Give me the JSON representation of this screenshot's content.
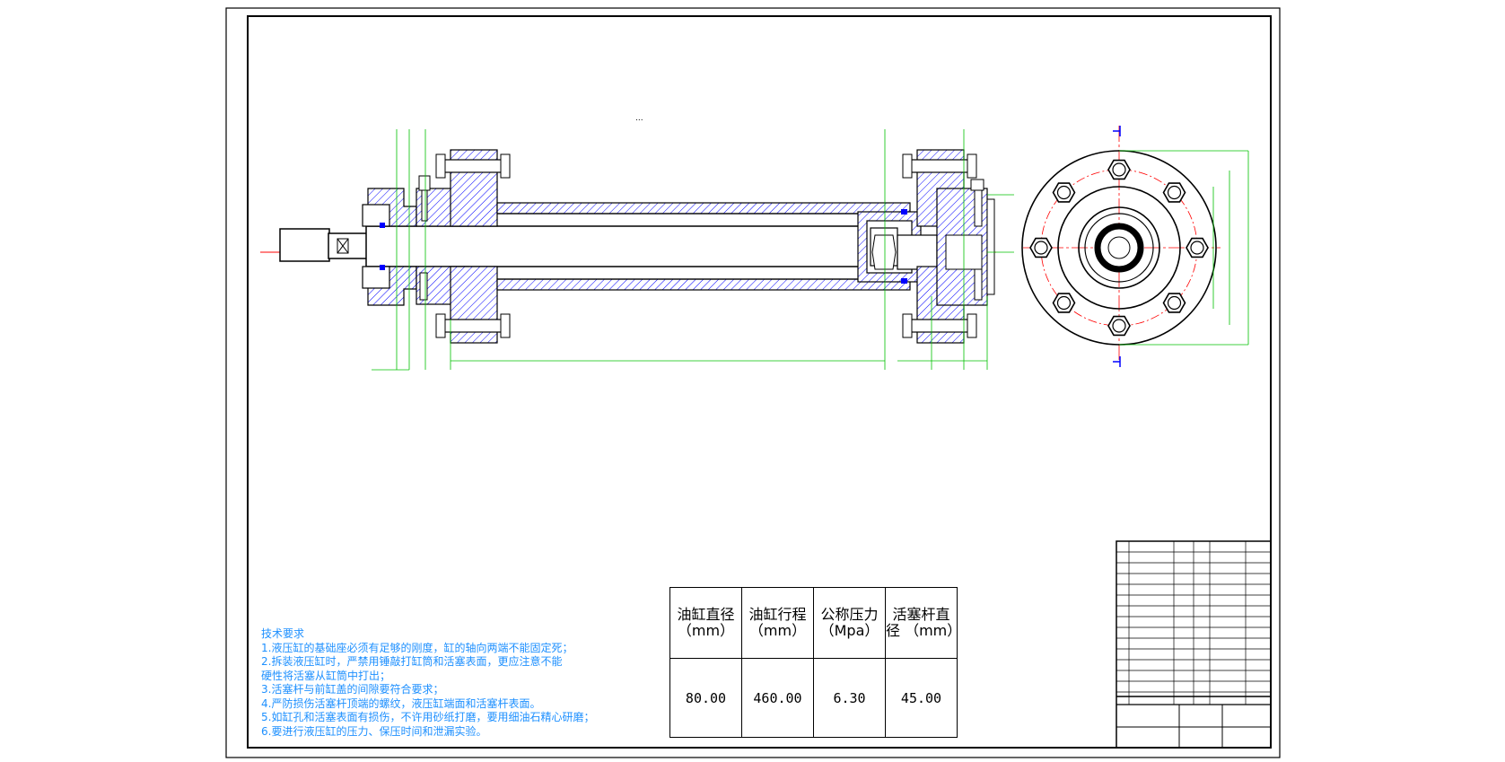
{
  "drawing": {
    "top_mark": "...",
    "colors": {
      "outline": "#000000",
      "centerline": "#ff0000",
      "dimension": "#00c000",
      "hatch": "#0000ff",
      "notes_text": "#1e90ff",
      "section_marker": "#0000ff"
    }
  },
  "technical_notes": {
    "title": "技术要求",
    "items": [
      "1.液压缸的基础座必须有足够的刚度，缸的轴向两端不能固定死；",
      "2.拆装液压缸时，严禁用锤敲打缸筒和活塞表面，更应注意不能",
      "硬性将活塞从缸筒中打出；",
      "3.活塞杆与前缸盖的间隙要符合要求；",
      "4.严防损伤活塞杆顶端的螺纹，液压缸端面和活塞杆表面。",
      "5.如缸孔和活塞表面有损伤，不许用砂纸打磨，要用细油石精心研磨；",
      "6.要进行液压缸的压力、保压时间和泄漏实验。"
    ]
  },
  "spec_table": {
    "headers": [
      [
        "油缸直径",
        "（mm）"
      ],
      [
        "油缸行程",
        "（mm）"
      ],
      [
        "公称压力",
        "（Mpa）"
      ],
      [
        "活塞杆直",
        "径 （mm）"
      ]
    ],
    "values": [
      "80.00",
      "460.00",
      "6.30",
      "45.00"
    ]
  }
}
